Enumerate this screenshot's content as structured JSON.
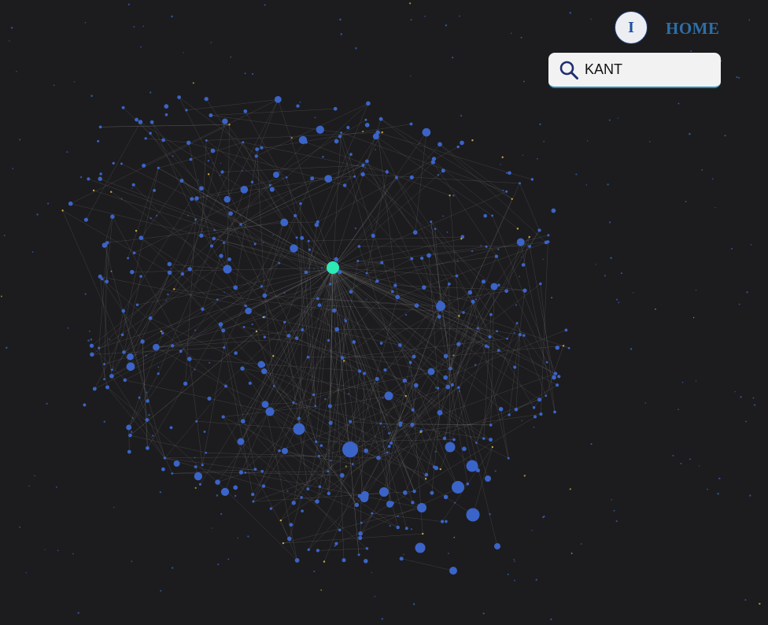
{
  "header": {
    "info_label": "I",
    "home_label": "HOME"
  },
  "search": {
    "value": "KANT",
    "placeholder": ""
  },
  "graph": {
    "background": "#1c1c1e",
    "node_color": "#3b64c8",
    "highlight_color": "#2ee8b6",
    "accent_color": "#c9a640",
    "edge_color": "#8a8a8a"
  }
}
